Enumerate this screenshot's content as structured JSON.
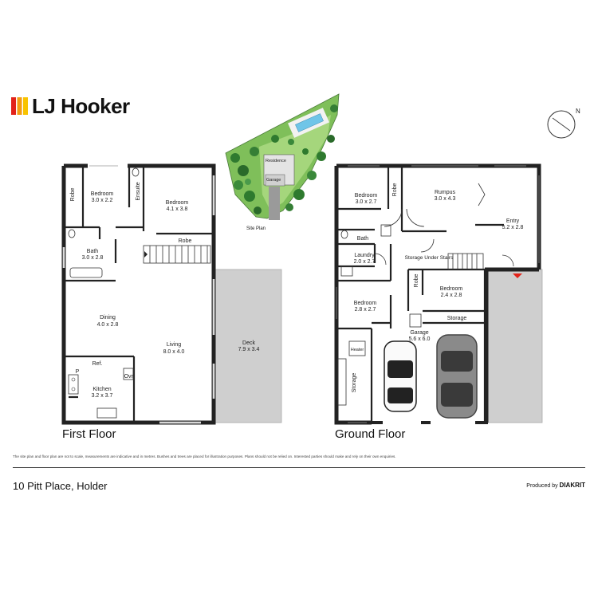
{
  "brand": {
    "name": "LJ Hooker",
    "colors": {
      "red": "#e2231a",
      "orange": "#f39c12",
      "yellow": "#f8c300"
    }
  },
  "compass": {
    "label": "N"
  },
  "site_plan": {
    "caption": "Site Plan",
    "residence_label": "Residence",
    "garage_label": "Garage"
  },
  "first_floor": {
    "title": "First Floor",
    "rooms": [
      {
        "name": "Robe"
      },
      {
        "name": "Bedroom",
        "size": "3.0 x 2.2"
      },
      {
        "name": "Ensuite"
      },
      {
        "name": "Bedroom",
        "size": "4.1 x 3.8"
      },
      {
        "name": "Robe"
      },
      {
        "name": "Bath",
        "size": "3.0 x 2.8"
      },
      {
        "name": "Dining",
        "size": "4.0 x 2.8"
      },
      {
        "name": "Living",
        "size": "8.0 x 4.0"
      },
      {
        "name": "Deck",
        "size": "7.9 x 3.4"
      },
      {
        "name": "Ref."
      },
      {
        "name": "P"
      },
      {
        "name": "Ovn"
      },
      {
        "name": "Kitchen",
        "size": "3.2 x 3.7"
      }
    ]
  },
  "ground_floor": {
    "title": "Ground Floor",
    "rooms": [
      {
        "name": "Bedroom",
        "size": "3.0 x 2.7"
      },
      {
        "name": "Robe"
      },
      {
        "name": "Rumpus",
        "size": "3.0 x 4.3"
      },
      {
        "name": "Entry",
        "size": "5.2 x 2.8"
      },
      {
        "name": "Bath"
      },
      {
        "name": "Laundry",
        "size": "2.0 x 2.7"
      },
      {
        "name": "Storage Under Stairs"
      },
      {
        "name": "Robe"
      },
      {
        "name": "Bedroom",
        "size": "2.4 x 2.8"
      },
      {
        "name": "Bedroom",
        "size": "2.8 x 2.7"
      },
      {
        "name": "Storage"
      },
      {
        "name": "Garage",
        "size": "5.6 x 6.0"
      },
      {
        "name": "Heater"
      },
      {
        "name": "Storage"
      }
    ]
  },
  "disclaimer": "The site plan and floor plan are not to scale, measurements are indicative and in metres. Bushes and trees are placed for illustration purposes. Plans should not be relied on. Interested parties should make and rely on their own enquiries.",
  "address": "10 Pitt Place, Holder",
  "produced_by": {
    "prefix": "Produced by",
    "company": "DIAKRIT"
  }
}
